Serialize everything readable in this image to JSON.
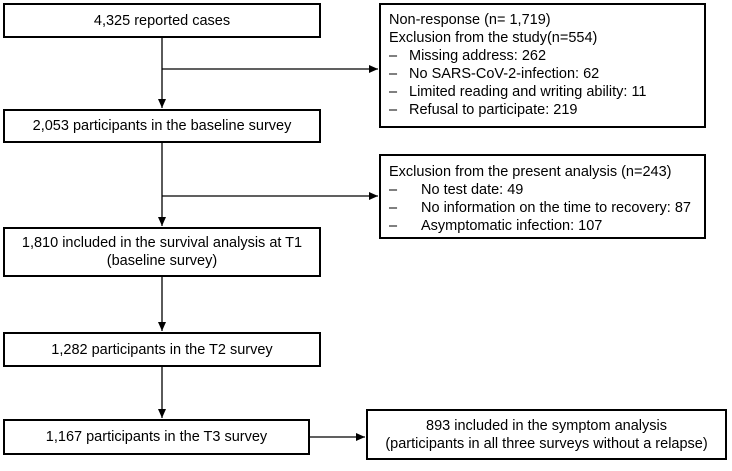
{
  "flow": {
    "box1": "4,325 reported cases",
    "box2": "2,053 participants in the baseline survey",
    "box3_line1": "1,810 included in the survival analysis at T1",
    "box3_line2": "(baseline survey)",
    "box4": "1,282 participants in the T2 survey",
    "box5": "1,167 participants in the T3 survey"
  },
  "exclusion1": {
    "line1": "Non-response (n= 1,719)",
    "line2": "Exclusion from the study(n=554)",
    "items": [
      "Missing address: 262",
      "No SARS-CoV-2-infection: 62",
      "Limited reading and writing ability: 11",
      "Refusal to participate: 219"
    ]
  },
  "exclusion2": {
    "title": "Exclusion from the present analysis (n=243)",
    "items": [
      "No test date: 49",
      "No information on the time to recovery: 87",
      "Asymptomatic infection: 107"
    ]
  },
  "symptom": {
    "line1": "893 included in the symptom analysis",
    "line2": "(participants in all three surveys without a relapse)"
  },
  "dash_glyph": "–"
}
